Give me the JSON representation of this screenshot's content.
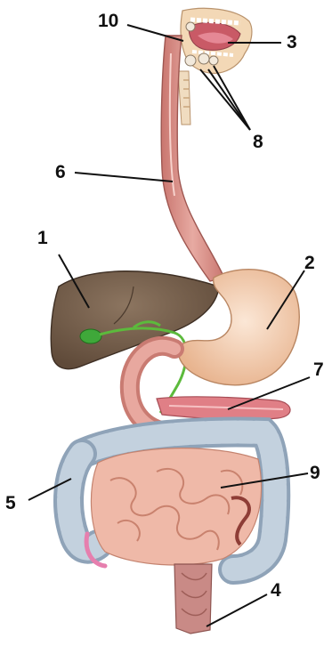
{
  "labels": [
    {
      "id": "1",
      "text": "1"
    },
    {
      "id": "2",
      "text": "2"
    },
    {
      "id": "3",
      "text": "3"
    },
    {
      "id": "4",
      "text": "4"
    },
    {
      "id": "5",
      "text": "5"
    },
    {
      "id": "6",
      "text": "6"
    },
    {
      "id": "7",
      "text": "7"
    },
    {
      "id": "8",
      "text": "8"
    },
    {
      "id": "9",
      "text": "9"
    },
    {
      "id": "10",
      "text": "10"
    }
  ],
  "colors": {
    "liver": "#7a6450",
    "stomach": "#f1c9a7",
    "esophagus": "#d9948c",
    "small_intestine": "#efb9a8",
    "colon": "#aebfd0",
    "gallbladder": "#3fa83a",
    "pancreas": "#e07f86",
    "rectum": "#c98a86",
    "mouth": "#f0b79f"
  }
}
